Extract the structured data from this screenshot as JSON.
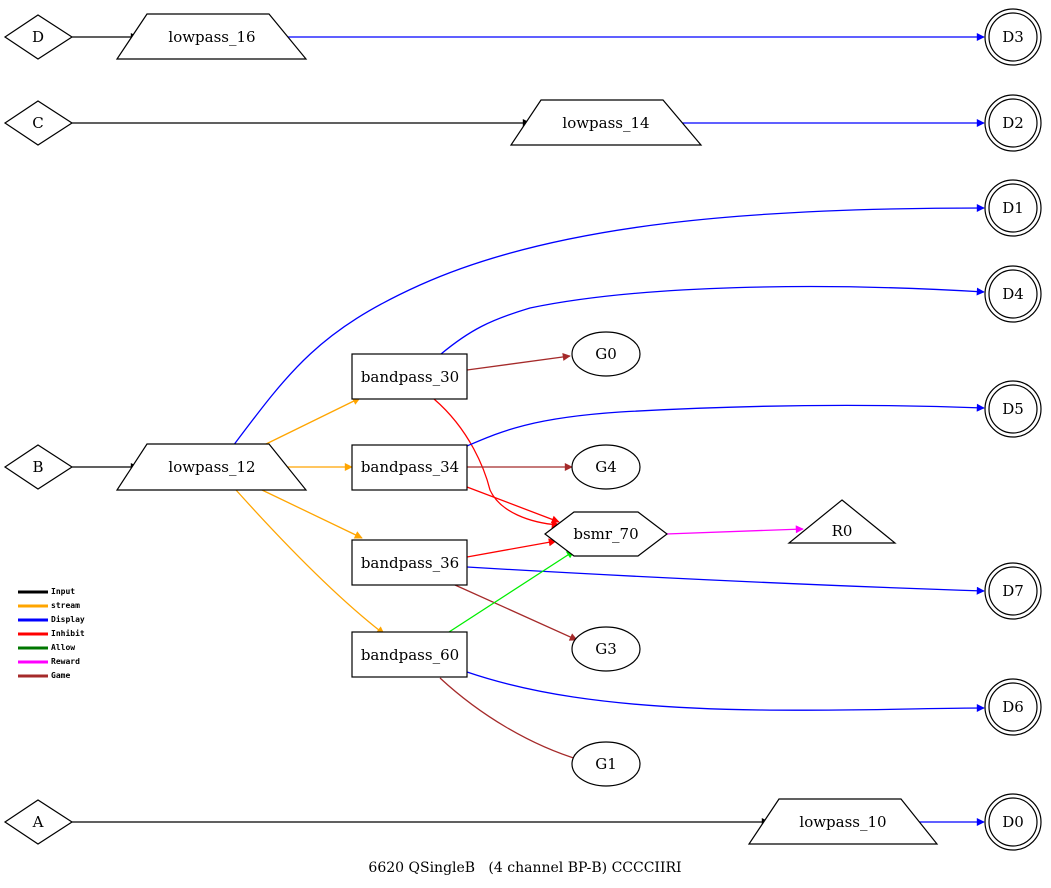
{
  "caption": "6620 QSingleB   (4 channel BP-B) CCCCIIRI",
  "colors": {
    "input": "#000000",
    "stream": "#ffa500",
    "display": "#0000ff",
    "inhibit": "#ff0000",
    "allow": "#00ee00",
    "reward": "#ff00ff",
    "game": "#a52a2a"
  },
  "legend": [
    {
      "label": "Input",
      "color": "#000000"
    },
    {
      "label": "stream",
      "color": "#ffa500"
    },
    {
      "label": "Display",
      "color": "#0000ff"
    },
    {
      "label": "Inhibit",
      "color": "#ff0000"
    },
    {
      "label": "Allow",
      "color": "#007700"
    },
    {
      "label": "Reward",
      "color": "#ff00ff"
    },
    {
      "label": "Game",
      "color": "#a52a2a"
    }
  ],
  "nodes": {
    "D": "D",
    "C": "C",
    "B": "B",
    "A": "A",
    "lowpass_16": "lowpass_16",
    "lowpass_14": "lowpass_14",
    "lowpass_12": "lowpass_12",
    "lowpass_10": "lowpass_10",
    "bandpass_30": "bandpass_30",
    "bandpass_34": "bandpass_34",
    "bandpass_36": "bandpass_36",
    "bandpass_60": "bandpass_60",
    "bsmr_70": "bsmr_70",
    "R0": "R0",
    "G0": "G0",
    "G4": "G4",
    "G3": "G3",
    "G1": "G1",
    "D0": "D0",
    "D1": "D1",
    "D2": "D2",
    "D3": "D3",
    "D4": "D4",
    "D5": "D5",
    "D6": "D6",
    "D7": "D7"
  },
  "edges": [
    {
      "from": "D",
      "to": "lowpass_16",
      "type": "input"
    },
    {
      "from": "C",
      "to": "lowpass_14",
      "type": "input"
    },
    {
      "from": "B",
      "to": "lowpass_12",
      "type": "input"
    },
    {
      "from": "A",
      "to": "lowpass_10",
      "type": "input"
    },
    {
      "from": "lowpass_16",
      "to": "D3",
      "type": "display"
    },
    {
      "from": "lowpass_14",
      "to": "D2",
      "type": "display"
    },
    {
      "from": "lowpass_10",
      "to": "D0",
      "type": "display"
    },
    {
      "from": "lowpass_12",
      "to": "D1",
      "type": "display"
    },
    {
      "from": "lowpass_12",
      "to": "bandpass_30",
      "type": "stream"
    },
    {
      "from": "lowpass_12",
      "to": "bandpass_34",
      "type": "stream"
    },
    {
      "from": "lowpass_12",
      "to": "bandpass_36",
      "type": "stream"
    },
    {
      "from": "lowpass_12",
      "to": "bandpass_60",
      "type": "stream"
    },
    {
      "from": "bandpass_30",
      "to": "D4",
      "type": "display"
    },
    {
      "from": "bandpass_30",
      "to": "G0",
      "type": "game"
    },
    {
      "from": "bandpass_30",
      "to": "bsmr_70",
      "type": "inhibit"
    },
    {
      "from": "bandpass_34",
      "to": "D5",
      "type": "display"
    },
    {
      "from": "bandpass_34",
      "to": "G4",
      "type": "game"
    },
    {
      "from": "bandpass_34",
      "to": "bsmr_70",
      "type": "inhibit"
    },
    {
      "from": "bandpass_36",
      "to": "bsmr_70",
      "type": "inhibit"
    },
    {
      "from": "bandpass_36",
      "to": "D7",
      "type": "display"
    },
    {
      "from": "bandpass_36",
      "to": "G3",
      "type": "game"
    },
    {
      "from": "bandpass_60",
      "to": "bsmr_70",
      "type": "allow"
    },
    {
      "from": "bandpass_60",
      "to": "D6",
      "type": "display"
    },
    {
      "from": "bandpass_60",
      "to": "G1",
      "type": "game"
    },
    {
      "from": "bsmr_70",
      "to": "R0",
      "type": "reward"
    }
  ]
}
